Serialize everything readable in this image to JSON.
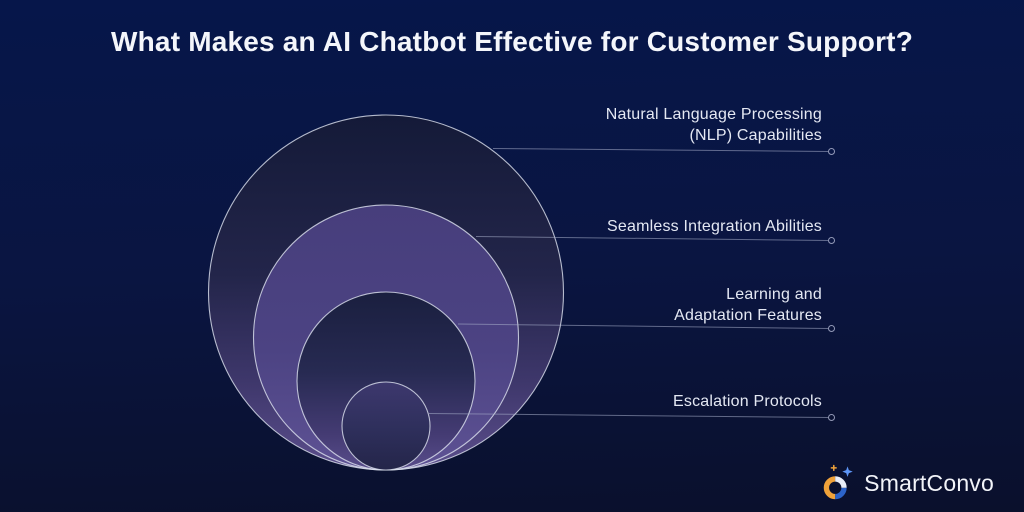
{
  "title": "What Makes an AI Chatbot Effective for Customer Support?",
  "diagram": {
    "type": "nested-concentric-circles",
    "levels": [
      {
        "rank": 1,
        "label": "Natural Language Processing (NLP) Capabilities",
        "lines": [
          "Natural Language Processing",
          "(NLP) Capabilities"
        ]
      },
      {
        "rank": 2,
        "label": "Seamless Integration Abilities",
        "lines": [
          "Seamless Integration Abilities"
        ]
      },
      {
        "rank": 3,
        "label": "Learning and Adaptation Features",
        "lines": [
          "Learning and",
          "Adaptation Features"
        ]
      },
      {
        "rank": 4,
        "label": "Escalation Protocols",
        "lines": [
          "Escalation Protocols"
        ]
      }
    ]
  },
  "logo": {
    "name": "SmartConvo"
  },
  "colors": {
    "background_top": "#06164a",
    "background_bottom": "#0a102c",
    "circle_purple": "#5b4e8c",
    "circle_dark": "#141a38",
    "circle_stroke": "#dfe3f0",
    "leader_line": "#aab0cc",
    "label_text": "#e4e8f3",
    "title_text": "#f4f6fb",
    "logo_orange": "#f0a23a",
    "logo_blue": "#2c63c9",
    "logo_star_blue": "#5e96f7",
    "logo_white": "#e9eef8"
  }
}
